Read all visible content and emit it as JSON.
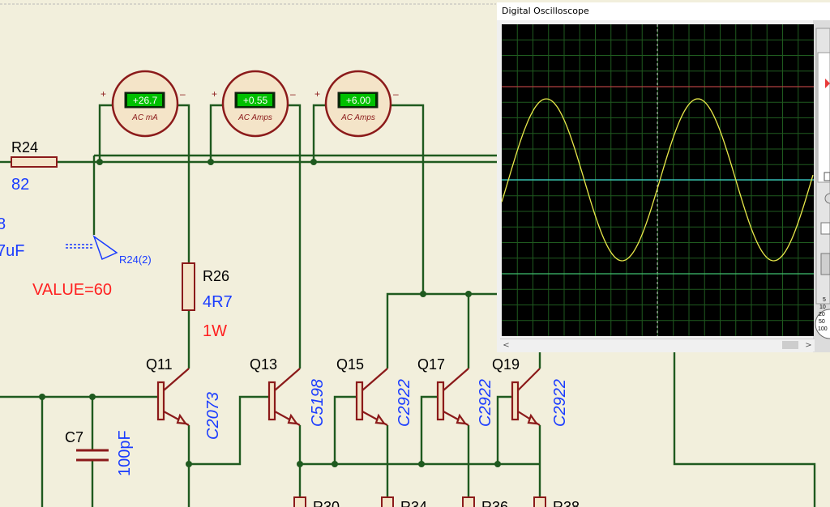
{
  "window": {
    "title": "Digital Oscilloscope"
  },
  "meters": [
    {
      "value": "+26.7",
      "unit": "AC mA"
    },
    {
      "value": "+0.55",
      "unit": "AC Amps"
    },
    {
      "value": "+6.00",
      "unit": "AC Amps"
    }
  ],
  "meter_signs": {
    "plus": "+",
    "minus": "–"
  },
  "labels": {
    "r24": "R24",
    "r24_val": "82",
    "c8_partial": "8",
    "c8_val_partial": "7uF",
    "probe": "R24(2)",
    "value_label": "VALUE=60",
    "r26": "R26",
    "r26_val": "4R7",
    "r26_power": "1W",
    "q11": "Q11",
    "q11_part": "C2073",
    "q13": "Q13",
    "q13_part": "C5198",
    "q15": "Q15",
    "q15_part": "C2922",
    "q17": "Q17",
    "q17_part": "C2922",
    "q19": "Q19",
    "q19_part": "C2922",
    "c7": "C7",
    "c7_val": "100pF",
    "r30": "R30",
    "r34": "R34",
    "r36": "R36",
    "r38": "R38"
  },
  "scope_scale": [
    "5",
    "10",
    "20",
    "50",
    "100"
  ],
  "colors": {
    "wire": "#1f5a1f",
    "component": "#8b1a1a",
    "blue_text": "#1a3cff",
    "red_text": "#ff2020",
    "screen_bg": "#000000",
    "grid": "#1f5a1f",
    "trace_yellow": "#e8e84a",
    "trace_cyan": "#3ad0d0",
    "trace_red": "#b04040",
    "trace_green": "#3fbf6f",
    "meter_display": "#00c000",
    "meter_body": "#f4e4c8"
  }
}
